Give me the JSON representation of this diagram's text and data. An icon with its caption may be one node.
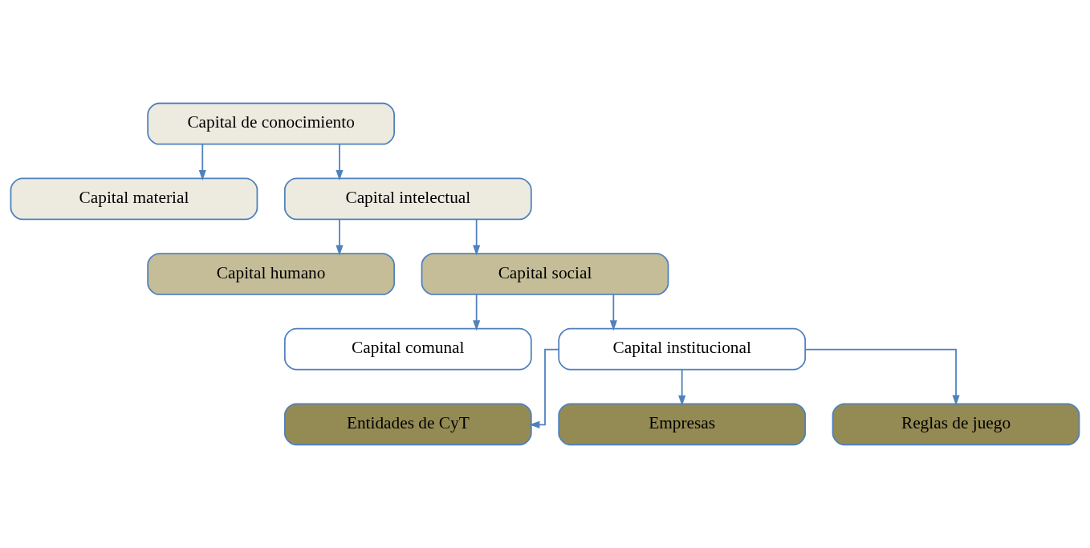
{
  "diagram": {
    "nodes": [
      {
        "text": [
          "Capital de conocimiento"
        ]
      },
      {
        "text": [
          "Capital material"
        ]
      },
      {
        "text": [
          "Capital intelectual"
        ]
      },
      {
        "text": [
          "Capital humano"
        ]
      },
      {
        "text": [
          "Capital social"
        ]
      },
      {
        "text": [
          "Capital comunal"
        ]
      },
      {
        "text": [
          "Capital institucional"
        ]
      },
      {
        "text": [
          "Entidades de CyT"
        ]
      },
      {
        "text": [
          "Empresas"
        ]
      },
      {
        "text": [
          "Reglas de juego"
        ]
      }
    ],
    "edges": [
      {
        "from": 0,
        "to": 1,
        "arrow": "to"
      },
      {
        "from": 0,
        "to": 2,
        "arrow": "to"
      },
      {
        "from": 2,
        "to": 3,
        "arrow": "to"
      },
      {
        "from": 2,
        "to": 4,
        "arrow": "to"
      },
      {
        "from": 4,
        "to": 5,
        "arrow": "to"
      },
      {
        "from": 4,
        "to": 6,
        "arrow": "to"
      },
      {
        "from": 6,
        "to": 7,
        "arrow": "to"
      },
      {
        "from": 6,
        "to": 8,
        "arrow": "to"
      },
      {
        "from": 6,
        "to": 9,
        "arrow": "to"
      }
    ]
  }
}
